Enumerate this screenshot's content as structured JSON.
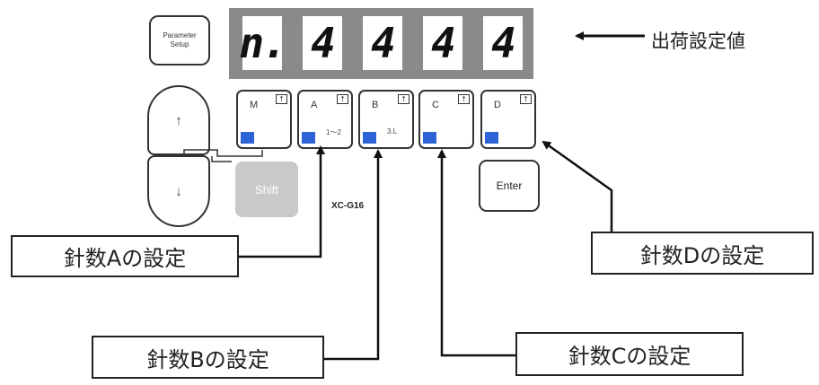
{
  "parameter_button": {
    "line1": "Parameter",
    "line2": "Setup"
  },
  "display": {
    "digits": [
      "n.",
      "4",
      "4",
      "4",
      "4"
    ]
  },
  "shipping_label": "出荷設定値",
  "keys": [
    {
      "id": "M",
      "label": "M",
      "corner": "↑",
      "sub": ""
    },
    {
      "id": "A",
      "label": "A",
      "corner": "↑",
      "sub": "1～2"
    },
    {
      "id": "B",
      "label": "B",
      "corner": "↑",
      "sub": "3.L"
    },
    {
      "id": "C",
      "label": "C",
      "corner": "↑",
      "sub": ""
    },
    {
      "id": "D",
      "label": "D",
      "corner": "↑",
      "sub": ""
    }
  ],
  "up_label": "↑",
  "down_label": "↓",
  "shift_label": "Shift",
  "enter_label": "Enter",
  "model_label": "XC-G16",
  "callouts": {
    "a": "針数Aの設定",
    "b": "針数Bの設定",
    "c": "針数Cの設定",
    "d": "針数Dの設定"
  }
}
